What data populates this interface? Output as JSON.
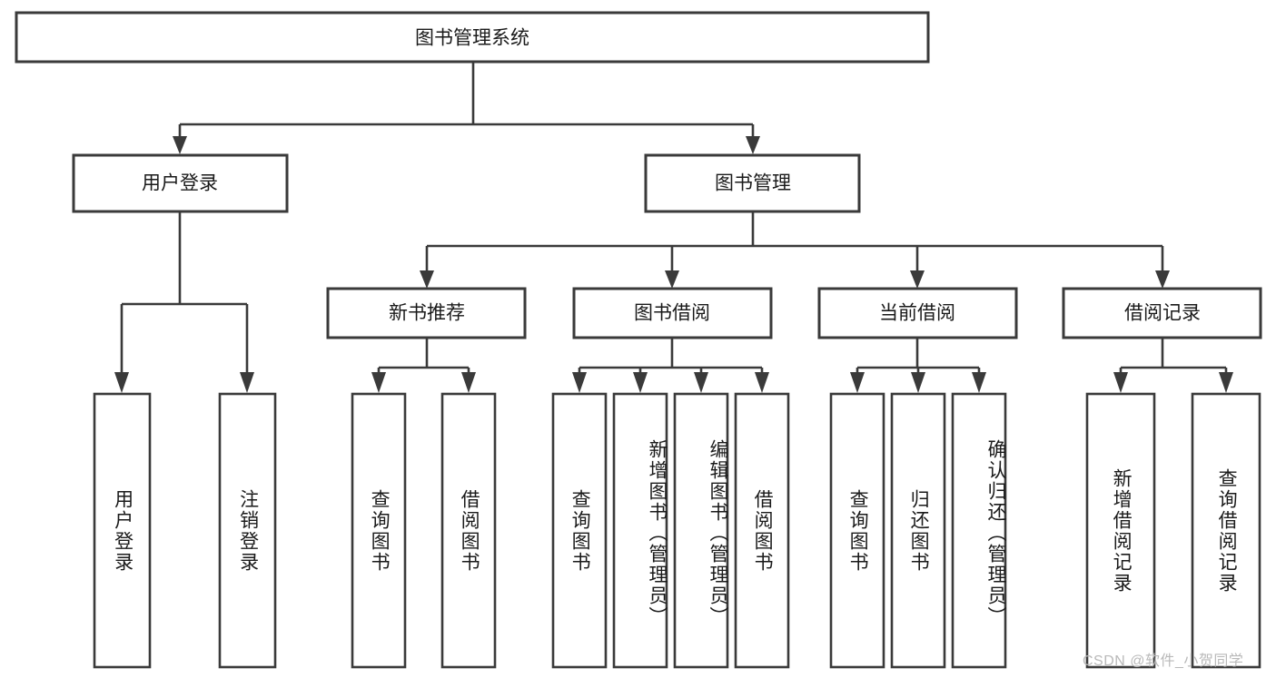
{
  "diagram": {
    "title": "图书管理系统",
    "type": "hierarchy-tree",
    "root": {
      "id": "root",
      "label": "图书管理系统"
    },
    "level2": [
      {
        "id": "user-login",
        "label": "用户登录"
      },
      {
        "id": "book-manage",
        "label": "图书管理"
      }
    ],
    "level3": [
      {
        "id": "new-book-rec",
        "label": "新书推荐"
      },
      {
        "id": "book-borrow",
        "label": "图书借阅"
      },
      {
        "id": "current-borrow",
        "label": "当前借阅"
      },
      {
        "id": "borrow-record",
        "label": "借阅记录"
      }
    ],
    "leaves": {
      "user_login": [
        {
          "id": "leaf-user-login",
          "label": "用户登录"
        },
        {
          "id": "leaf-logout",
          "label": "注销登录"
        }
      ],
      "new_book_rec": [
        {
          "id": "leaf-query-book-1",
          "label": "查询图书"
        },
        {
          "id": "leaf-borrow-book-1",
          "label": "借阅图书"
        }
      ],
      "book_borrow": [
        {
          "id": "leaf-query-book-2",
          "label": "查询图书"
        },
        {
          "id": "leaf-add-book",
          "label": "新增图书（管理员）"
        },
        {
          "id": "leaf-edit-book",
          "label": "编辑图书（管理员）"
        },
        {
          "id": "leaf-borrow-book-2",
          "label": "借阅图书"
        }
      ],
      "current_borrow": [
        {
          "id": "leaf-query-book-3",
          "label": "查询图书"
        },
        {
          "id": "leaf-return-book",
          "label": "归还图书"
        },
        {
          "id": "leaf-confirm-return",
          "label": "确认归还（管理员）"
        }
      ],
      "borrow_record": [
        {
          "id": "leaf-add-record",
          "label": "新增借阅记录"
        },
        {
          "id": "leaf-query-record",
          "label": "查询借阅记录"
        }
      ]
    }
  },
  "watermark": {
    "text": "CSDN @软件_小贺同学"
  },
  "colors": {
    "stroke": "#3a3a3a",
    "box_fill": "#ffffff",
    "text": "#1a1a1a",
    "background": "#ffffff",
    "watermark": "#b9b9b9"
  }
}
